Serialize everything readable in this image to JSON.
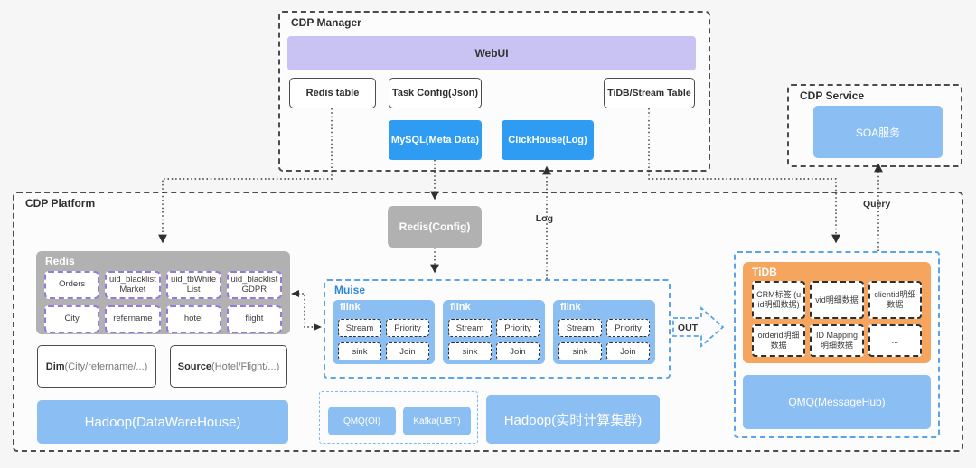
{
  "manager": {
    "title": "CDP Manager",
    "webui": "WebUI",
    "redis_table": "Redis table",
    "task_config": "Task Config(Json)",
    "tidb_stream": "TiDB/Stream Table",
    "mysql": "MySQL(Meta Data)",
    "clickhouse": "ClickHouse(Log)"
  },
  "service": {
    "title": "CDP Service",
    "soa": "SOA服务"
  },
  "platform": {
    "title": "CDP Platform",
    "redis": {
      "label": "Redis",
      "items": [
        "Orders",
        "uid_blacklistMarket",
        "uid_tbWhiteList",
        "uid_blacklistGDPR",
        "City",
        "refername",
        "hotel",
        "flight"
      ]
    },
    "dim": {
      "bold": "Dim",
      "rest": "(City/refername/...)"
    },
    "source": {
      "bold": "Source",
      "rest": "(Hotel/Flight/...)"
    },
    "hadoop_dw": "Hadoop(DataWareHouse)",
    "redis_config": "Redis(Config)",
    "muise": {
      "label": "Muise",
      "clusters": [
        {
          "label": "flink",
          "cells": [
            "Stream",
            "Priority",
            "sink",
            "Join"
          ]
        },
        {
          "label": "flink",
          "cells": [
            "Stream",
            "Priority",
            "sink",
            "Join"
          ]
        },
        {
          "label": "flink",
          "cells": [
            "Stream",
            "Priority",
            "sink",
            "Join"
          ]
        }
      ]
    },
    "mq": {
      "qmq": "QMQ(OI)",
      "kafka": "Kafka(UBT)"
    },
    "hadoop_rt": "Hadoop(实时计算集群)",
    "tidb": {
      "label": "TiDB",
      "cells": [
        "CRM标签 (uid明细数据)",
        "vid明细数据",
        "clientid明细数据",
        "orderid明细数据",
        "ID Mapping明细数据",
        "..."
      ]
    },
    "qmq_hub": "QMQ(MessageHub)"
  },
  "connectors": {
    "log": "Log",
    "query": "Query",
    "out": "OUT"
  },
  "colors": {
    "accent_blue": "#2e9cf3",
    "light_blue": "#8bbef2",
    "purple_bar": "#c9c3f4",
    "orange": "#f5a55e",
    "gray": "#b1b1b1",
    "dashed_blue": "#5ba3e8",
    "dashed_purple": "#9579dd"
  }
}
